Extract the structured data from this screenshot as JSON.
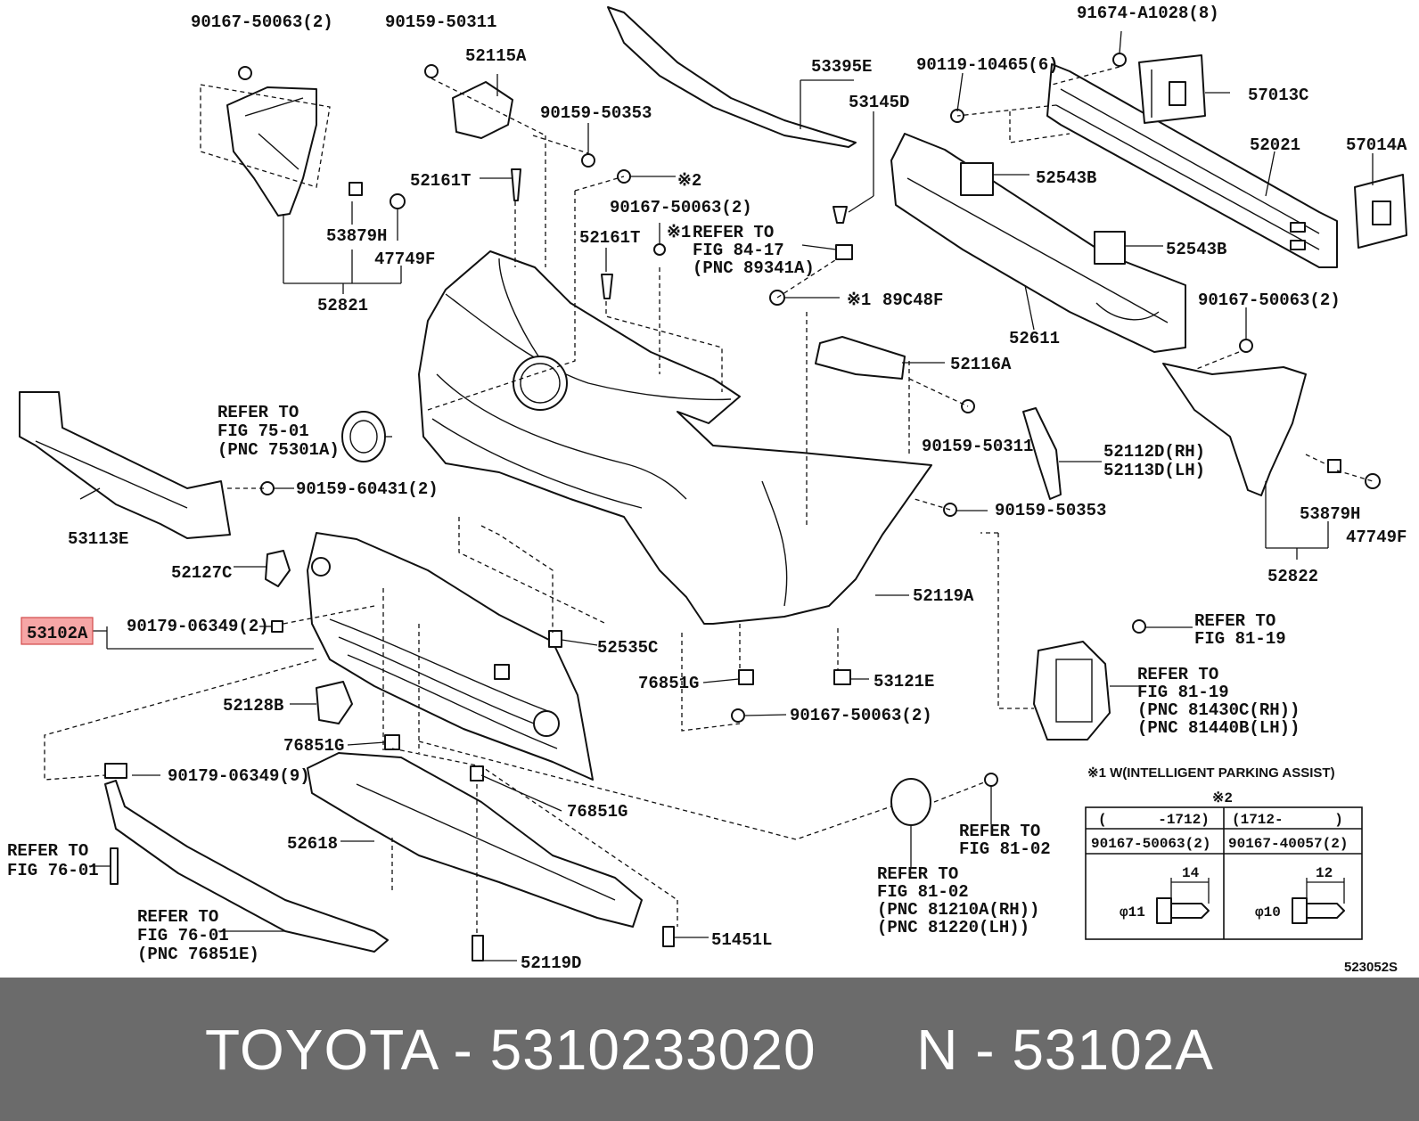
{
  "labels": {
    "p90167_50063_2_tl": "90167-50063(2)",
    "p90159_50311_top": "90159-50311",
    "p52115A": "52115A",
    "p90159_50353_top": "90159-50353",
    "p52161T_a": "52161T",
    "note2_mark": "※2",
    "p90167_50063_2_mid": "90167-50063(2)",
    "p52161T_b": "52161T",
    "note1_mark_refer": "※1",
    "refer_84_17_a": "REFER TO",
    "refer_84_17_b": "FIG 84-17",
    "refer_84_17_c": "(PNC 89341A)",
    "note1_mark_89C48F": "※1",
    "p89C48F": "89C48F",
    "p53395E": "53395E",
    "p53145D": "53145D",
    "p90119_10465_6": "90119-10465(6)",
    "p91674_A1028_8": "91674-A1028(8)",
    "p57013C": "57013C",
    "p52021": "52021",
    "p57014A": "57014A",
    "p52543B_a": "52543B",
    "p52543B_b": "52543B",
    "p52611": "52611",
    "p90167_50063_2_r": "90167-50063(2)",
    "p52116A": "52116A",
    "p90159_50311_mid": "90159-50311",
    "p52112D": "52112D(RH)",
    "p52113D": "52113D(LH)",
    "p90159_50353_mid": "90159-50353",
    "p53879H_r": "53879H",
    "p47749F_r": "47749F",
    "p52822": "52822",
    "p53879H_l": "53879H",
    "p47749F_l": "47749F",
    "p52821": "52821",
    "refer_75_01_a": "REFER TO",
    "refer_75_01_b": "FIG 75-01",
    "refer_75_01_c": "(PNC 75301A)",
    "p90159_60431_2": "90159-60431(2)",
    "p53113E": "53113E",
    "p52127C": "52127C",
    "p90179_06349_2": "90179-06349(2)",
    "p53102A": "53102A",
    "p52128B": "52128B",
    "p76851G_a": "76851G",
    "p90179_06349_9": "90179-06349(9)",
    "p52535C": "52535C",
    "p76851G_b": "76851G",
    "p53121E": "53121E",
    "p90167_50063_2_b": "90167-50063(2)",
    "p52119A": "52119A",
    "p76851G_c": "76851G",
    "p52618": "52618",
    "p51451L": "51451L",
    "p52119D": "52119D",
    "refer_76_01_a": "REFER TO",
    "refer_76_01_b": "FIG 76-01",
    "refer_76_01_c": "REFER TO",
    "refer_76_01_d": "FIG 76-01",
    "refer_76_01_e": "(PNC 76851E)",
    "refer_81_19_a": "REFER TO",
    "refer_81_19_b": "FIG 81-19",
    "refer_81_19_c": "REFER TO",
    "refer_81_19_d": "FIG 81-19",
    "refer_81_19_e": "(PNC 81430C(RH))",
    "refer_81_19_f": "(PNC 81440B(LH))",
    "refer_81_02_a": "REFER TO",
    "refer_81_02_b": "FIG 81-02",
    "refer_81_02_c": "REFER TO",
    "refer_81_02_d": "FIG 81-02",
    "refer_81_02_e": "(PNC 81210A(RH))",
    "refer_81_02_f": "(PNC 81220(LH))",
    "note1_text": "※1 W(INTELLIGENT PARKING ASSIST)",
    "diagram_code": "523052S"
  },
  "table": {
    "title": "※2",
    "col1_header": "(      -1712)",
    "col2_header": "(1712-      )",
    "col1_part": "90167-50063(2)",
    "col2_part": "90167-40057(2)",
    "col1_length": "14",
    "col2_length": "12",
    "col1_dia": "φ11",
    "col2_dia": "φ10"
  },
  "highlight_color": "#f6a6a6",
  "footer": {
    "text": "TOYOTA - 5310233020      N - 53102A"
  }
}
